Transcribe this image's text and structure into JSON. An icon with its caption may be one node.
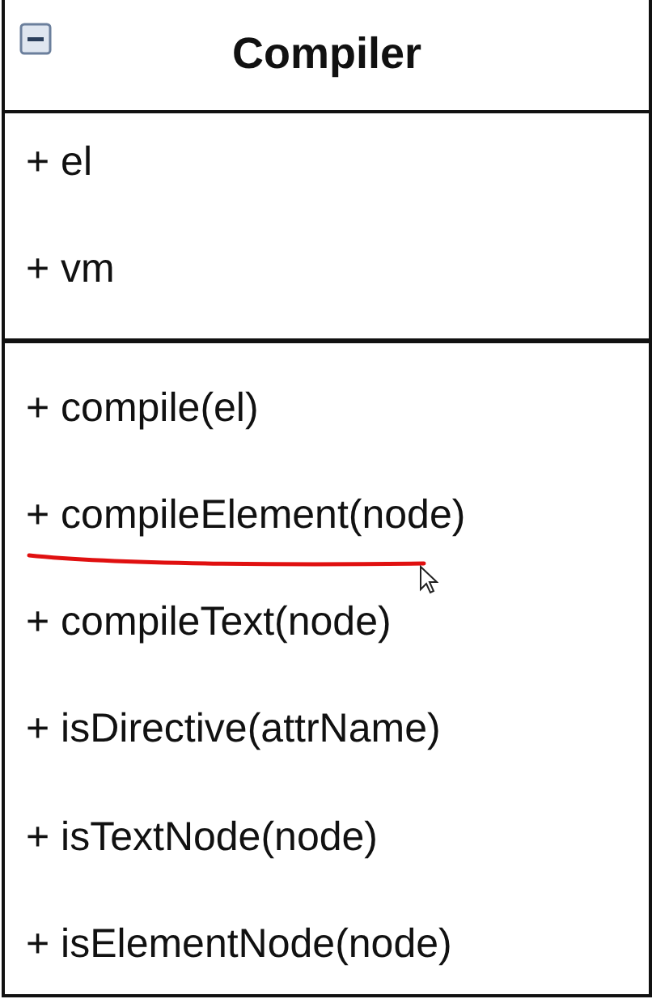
{
  "diagram": {
    "nodes": [
      {
        "text": [
          "Compiler",
          "+ el",
          "+ vm",
          "+ compile(el)",
          "+ compileElement(node)",
          "+ compileText(node)",
          "+ isDirective(attrName)",
          "+ isTextNode(node)",
          "+ isElementNode(node)"
        ]
      }
    ]
  }
}
